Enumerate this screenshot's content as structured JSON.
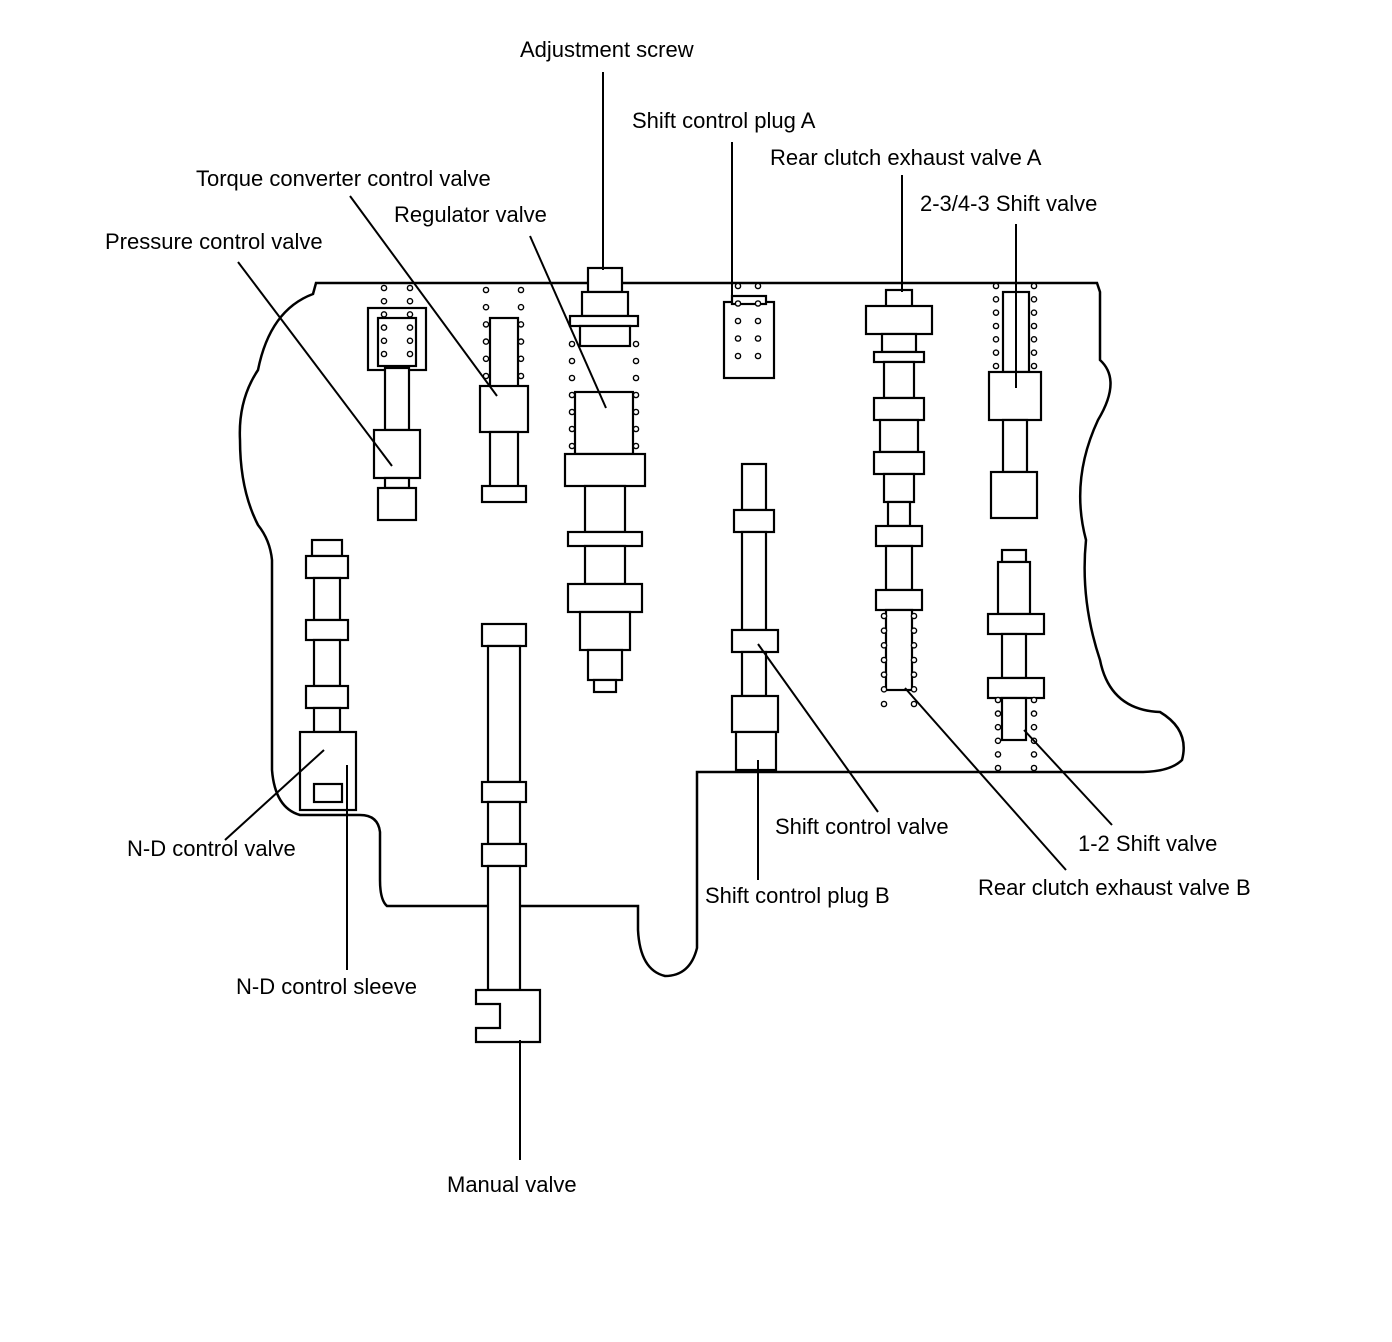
{
  "labels": {
    "adjustment_screw": "Adjustment screw",
    "shift_control_plug_a": "Shift control plug A",
    "rear_clutch_exhaust_valve_a": "Rear clutch exhaust valve A",
    "torque_converter_control_valve": "Torque converter control valve",
    "regulator_valve": "Regulator valve",
    "shift_valve_2_3_4_3": "2-3/4-3 Shift valve",
    "pressure_control_valve": "Pressure control valve",
    "nd_control_valve": "N-D control valve",
    "nd_control_sleeve": "N-D control sleeve",
    "manual_valve": "Manual valve",
    "shift_control_valve": "Shift control valve",
    "shift_control_plug_b": "Shift control plug B",
    "shift_valve_1_2": "1-2 Shift valve",
    "rear_clutch_exhaust_valve_b": "Rear clutch exhaust valve B"
  },
  "colors": {
    "line": "#000000",
    "background": "#ffffff"
  }
}
